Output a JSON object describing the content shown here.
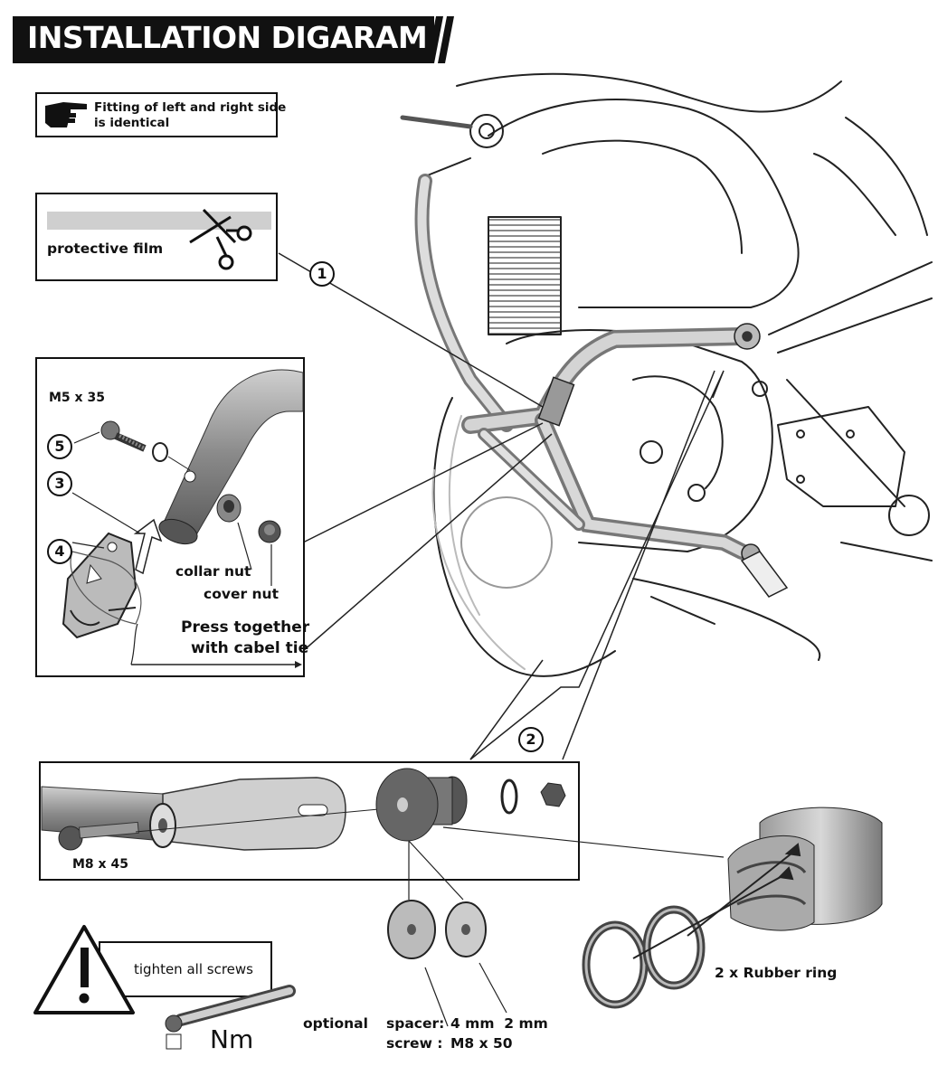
{
  "header": {
    "title": "INSTALLATION DIGARAM"
  },
  "notes": {
    "identical": "Fitting of left and right side is identical",
    "identical_line1": "Fitting of left and right side",
    "identical_line2": "is identical",
    "film": "protective film"
  },
  "steps": {
    "s1": "1",
    "s2": "2",
    "s3": "3",
    "s4": "4",
    "s5": "5"
  },
  "detail_upper": {
    "bolt": "M5 x 35",
    "collar_nut": "collar nut",
    "cover_nut": "cover nut",
    "press_line1": "Press together",
    "press_line2": "with cabel tie"
  },
  "detail_lower": {
    "bolt": "M8 x 45"
  },
  "rubber": "2 x Rubber ring",
  "warning": {
    "tighten": "tighten all screws",
    "torque": "Nm"
  },
  "optional": {
    "label": "optional",
    "spacer_label": "spacer:",
    "spacer_values": "4 mm  2 mm",
    "screw_label": "screw :",
    "screw_value": "M8 x 50"
  },
  "icons": [
    "pointing-hand-icon",
    "scissors-icon",
    "warning-icon",
    "torque-wrench-icon"
  ]
}
